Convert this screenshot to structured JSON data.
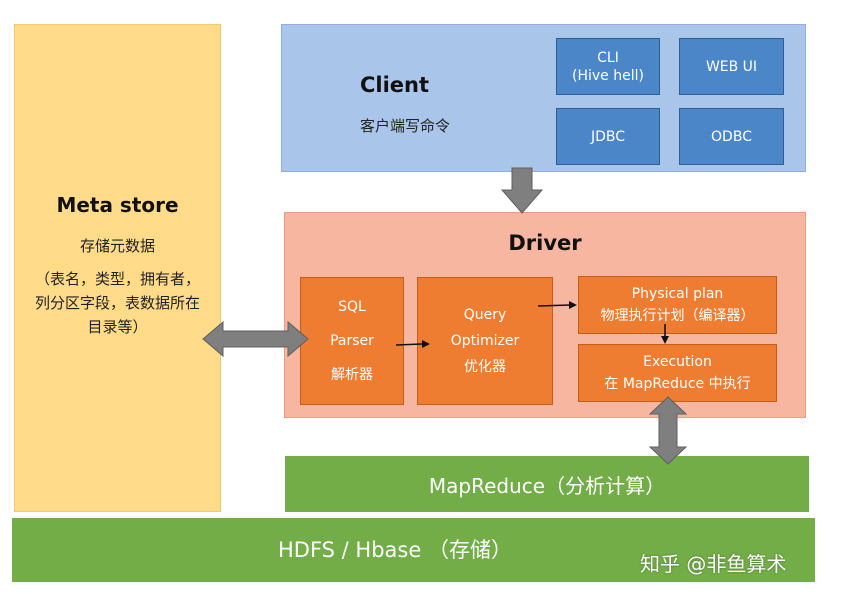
{
  "meta_store": {
    "title": "Meta store",
    "subtitle": "存储元数据",
    "detail_lines": [
      "（表名，类型，拥有者，",
      "列分区字段，表数据所在",
      "目录等）"
    ]
  },
  "client": {
    "title": "Client",
    "subtitle": "客户端写命令",
    "buttons": {
      "cli_line1": "CLI",
      "cli_line2": "(Hive hell)",
      "webui": "WEB UI",
      "jdbc": "JDBC",
      "odbc": "ODBC"
    }
  },
  "driver": {
    "title": "Driver",
    "sql_parser": [
      "SQL",
      "Parser",
      "解析器"
    ],
    "query_optimizer": [
      "Query",
      "Optimizer",
      "优化器"
    ],
    "physical_plan": [
      "Physical plan",
      "物理执行计划（编译器）"
    ],
    "execution": [
      "Execution",
      "在 MapReduce 中执行"
    ]
  },
  "mapreduce": {
    "label": "MapReduce（分析计算）"
  },
  "hdfs": {
    "label": "HDFS / Hbase （存储）"
  },
  "watermark": "知乎 @非鱼算术",
  "colors": {
    "meta_fill": "#ffdb8a",
    "client_fill": "#a9c6ea",
    "client_button": "#4a86c8",
    "driver_fill": "#f7b6a0",
    "driver_box": "#ee7d31",
    "storage_bar": "#72ad48",
    "arrow_gray": "#7f7f7f"
  }
}
